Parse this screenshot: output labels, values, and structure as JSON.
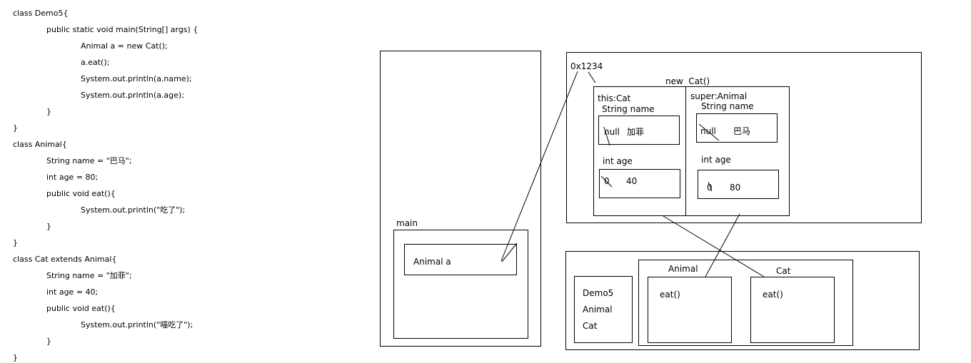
{
  "code": {
    "lines": [
      "class Demo5{",
      "public static void main(String[] args) {",
      "Animal a = new Cat();",
      "a.eat();",
      "System.out.println(a.name);",
      "System.out.println(a.age);",
      "}",
      "}",
      "class Animal{",
      "String name = \"巴马\";",
      "int age = 80;",
      "public void eat(){",
      "System.out.println(\"吃了\");",
      "}",
      "}",
      "class Cat extends Animal{",
      "String name = \"加菲\";",
      "int age = 40;",
      "public void eat(){",
      "System.out.println(\"喵吃了\");",
      "}",
      "}"
    ]
  },
  "stack": {
    "frame_label": "main",
    "var_label": "Animal a"
  },
  "heap": {
    "address": "0x1234",
    "object_label": "new  Cat()",
    "this_label": "this:Cat",
    "this_name_label": "String name",
    "this_name_old": "null",
    "this_name_new": "加菲",
    "this_age_label": "int age",
    "this_age_old": "0",
    "this_age_new": "40",
    "super_label": "super:Animal",
    "super_name_label": "String name",
    "super_name_old": "null",
    "super_name_new": "巴马",
    "super_age_label": "int age",
    "super_age_old": "0",
    "super_age_new": "80"
  },
  "method_area": {
    "classes": [
      "Demo5",
      "Animal",
      "Cat"
    ],
    "animal_label": "Animal",
    "animal_method": "eat()",
    "cat_label": "Cat",
    "cat_method": "eat()"
  }
}
